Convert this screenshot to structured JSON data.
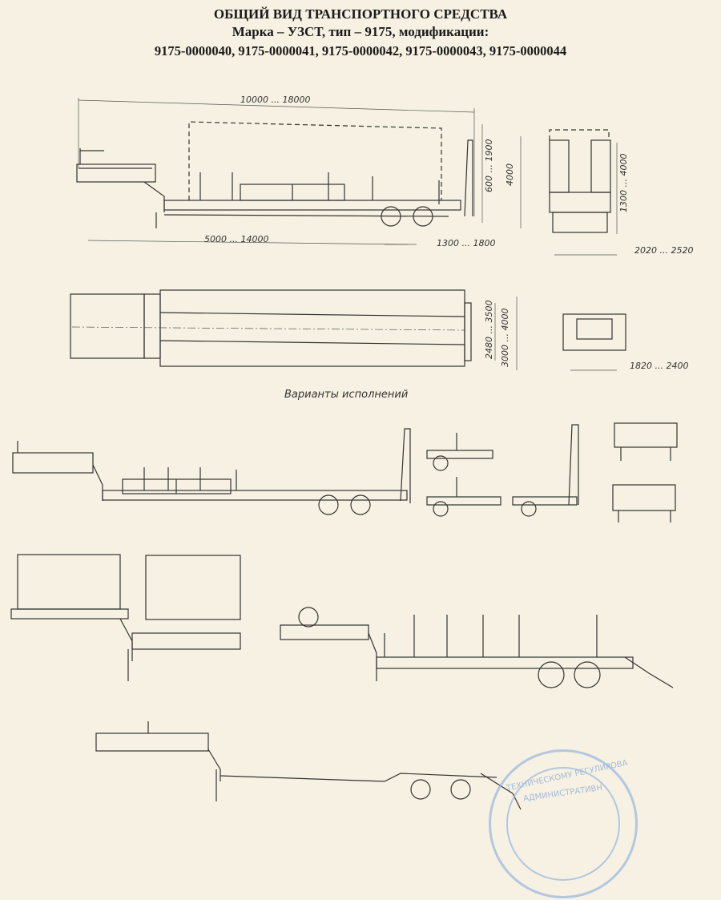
{
  "header": {
    "title": "ОБЩИЙ ВИД ТРАНСПОРТНОГО СРЕДСТВА",
    "subtitle": "Марка – УЗСТ, тип – 9175, модификации:",
    "modifications": "9175-0000040, 9175-0000041, 9175-0000042, 9175-0000043, 9175-0000044"
  },
  "side_view": {
    "overall_length": "10000 ... 18000",
    "platform_length": "5000 ... 14000",
    "axle_spacing": "1300 ... 1800",
    "ramp_height": "600 ... 1900",
    "overall_height": "4000"
  },
  "rear_view": {
    "height": "1300 ... 4000",
    "width": "2020 ... 2520"
  },
  "top_view": {
    "inner_width": "2480 ... 3500",
    "outer_width": "3000 ... 4000"
  },
  "front_view": {
    "track_width": "1820 ... 2400"
  },
  "variants_caption": "Варианты исполнений",
  "stamp": {
    "text_outer": "ТЕХНИЧЕСКОМУ РЕГУЛИРОВА",
    "text_inner": "АДМИНИСТРАТИВН",
    "color": "#9db9e0"
  },
  "colors": {
    "background": "#f6f1e2",
    "ink": "#333333"
  }
}
